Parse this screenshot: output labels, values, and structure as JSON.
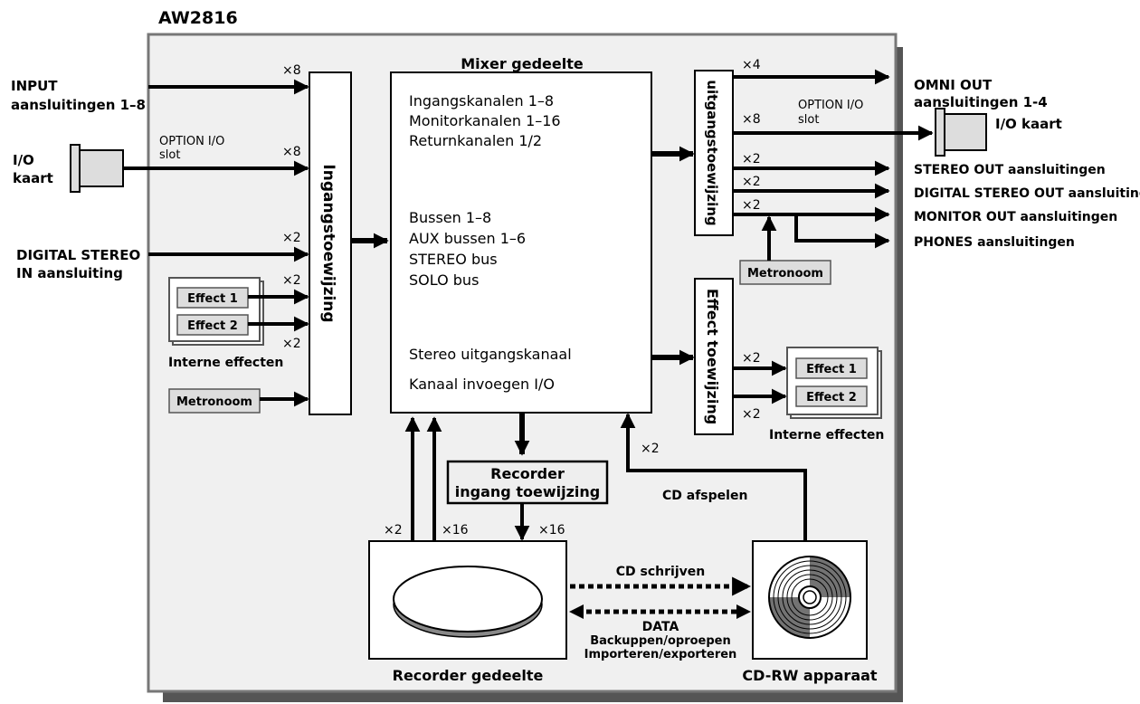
{
  "title": "AW2816",
  "inputs": {
    "input_line1": "INPUT",
    "input_line2": "aansluitingen 1–8",
    "io_line1": "I/O",
    "io_line2": "kaart",
    "option_line1": "OPTION I/O",
    "option_line2": "slot",
    "digital_line1": "DIGITAL STEREO",
    "digital_line2": "IN aansluiting",
    "internal_effect1": "Effect 1",
    "internal_effect2": "Effect 2",
    "internal_effects_label": "Interne effecten",
    "metronome": "Metronoom"
  },
  "multipliers": {
    "x8": "×8",
    "x2": "×2",
    "x4": "×4",
    "x16": "×16"
  },
  "input_assign": "Ingangstoewijzing",
  "mixer": {
    "title": "Mixer gedeelte",
    "line1": "Ingangskanalen 1–8",
    "line2": "Monitorkanalen 1–16",
    "line3": "Returnkanalen 1/2",
    "line4": "Bussen 1–8",
    "line5": "AUX bussen 1–6",
    "line6": "STEREO bus",
    "line7": "SOLO bus",
    "line8": "Stereo uitgangskanaal",
    "line9": "Kanaal invoegen I/O"
  },
  "output_assign": "uitgangstoewijzing",
  "effect_assign": "Effect toewijzing",
  "outputs": {
    "omni_line1": "OMNI OUT",
    "omni_line2": "aansluitingen 1-4",
    "option_line1": "OPTION I/O",
    "option_line2": "slot",
    "io_card": "I/O kaart",
    "stereo_out": "STEREO OUT aansluitingen",
    "digital_stereo_out": "DIGITAL STEREO OUT aansluiting",
    "monitor_out": "MONITOR OUT aansluitingen",
    "phones": "PHONES aansluitingen",
    "metronome": "Metronoom",
    "effect1": "Effect 1",
    "effect2": "Effect 2",
    "internal_effects_label": "Interne effecten"
  },
  "recorder_assign": {
    "line1": "Recorder",
    "line2": "ingang toewijzing"
  },
  "recorder_label": "Recorder gedeelte",
  "cd_play": "CD afspelen",
  "cd_write": "CD schrijven",
  "data": {
    "line1": "DATA",
    "line2": "Backuppen/oproepen",
    "line3": "Importeren/exporteren"
  },
  "cdrw_label": "CD-RW apparaat"
}
